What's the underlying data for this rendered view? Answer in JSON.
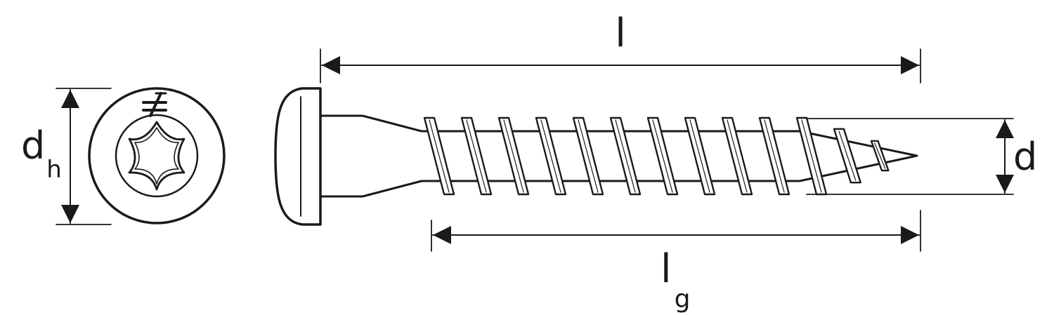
{
  "labels": {
    "length_main": "l",
    "length_thread_main": "l",
    "length_thread_sub": "g",
    "diameter": "d",
    "head_diameter_main": "d",
    "head_diameter_sub": "h"
  },
  "colors": {
    "line": "#1a1a1a",
    "background": "#ffffff"
  },
  "thread_turns": 13
}
